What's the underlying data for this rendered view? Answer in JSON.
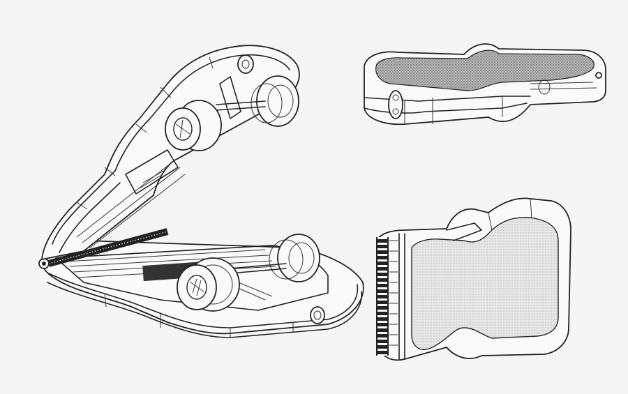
{
  "figure": {
    "background": "#f5f5f5",
    "line_color": "#222222",
    "grip_fill": "#8a8a8a",
    "views": [
      {
        "id": "open-view",
        "description_label": ""
      },
      {
        "id": "closed-top-view",
        "description_label": ""
      },
      {
        "id": "closed-side-view",
        "description_label": ""
      }
    ]
  }
}
